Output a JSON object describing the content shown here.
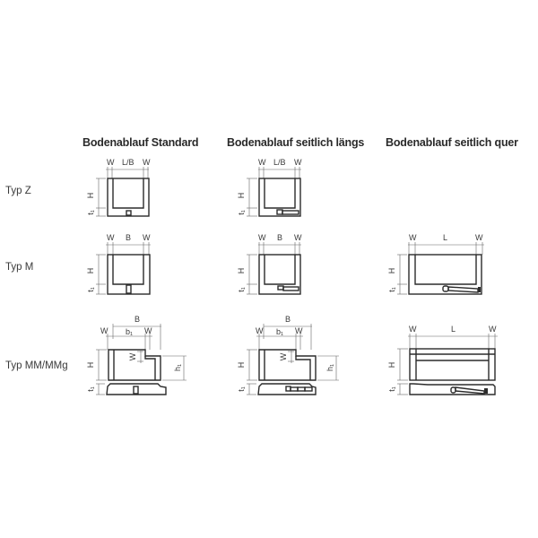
{
  "columns": [
    {
      "label": "Bodenablauf Standard"
    },
    {
      "label": "Bodenablauf seitlich längs"
    },
    {
      "label": "Bodenablauf seitlich quer"
    }
  ],
  "rows": [
    {
      "label": "Typ Z"
    },
    {
      "label": "Typ M"
    },
    {
      "label": "Typ MM/MMg"
    }
  ],
  "dimensions": {
    "wall": "W",
    "length_or_width": "L/B",
    "width": "B",
    "length": "L",
    "height": "H",
    "base_thickness": "t₁",
    "inner_width": "b₁",
    "step_height": "h₁"
  },
  "colors": {
    "line": "#2b2b2b",
    "dim_line": "#555555",
    "background": "#ffffff"
  }
}
